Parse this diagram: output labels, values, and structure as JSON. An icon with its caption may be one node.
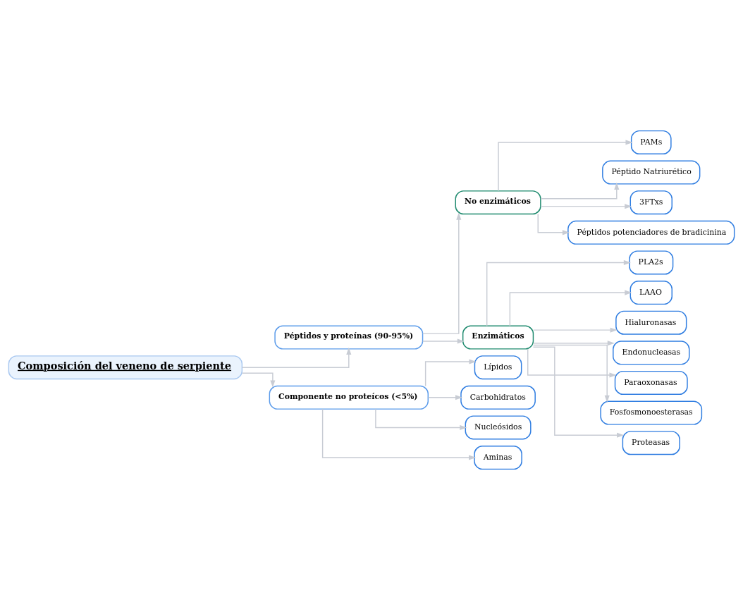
{
  "diagram": {
    "nodes": [
      {
        "text": [
          "Composición del veneno de serpiente"
        ]
      },
      {
        "text": [
          "Péptidos y proteínas (90-95%)"
        ]
      },
      {
        "text": [
          "Componente no proteícos (<5%)"
        ]
      },
      {
        "text": [
          "No enzimáticos"
        ]
      },
      {
        "text": [
          "Enzimáticos"
        ]
      },
      {
        "text": [
          "PAMs"
        ]
      },
      {
        "text": [
          "Péptido Natriurético"
        ]
      },
      {
        "text": [
          "3FTxs"
        ]
      },
      {
        "text": [
          "Péptidos potenciadores de bradicinina"
        ]
      },
      {
        "text": [
          "PLA2s"
        ]
      },
      {
        "text": [
          "LAAO"
        ]
      },
      {
        "text": [
          "Hialuronasas"
        ]
      },
      {
        "text": [
          "Endonucleasas"
        ]
      },
      {
        "text": [
          "Paraoxonasas"
        ]
      },
      {
        "text": [
          "Fosfosmonoesterasas"
        ]
      },
      {
        "text": [
          "Proteasas"
        ]
      },
      {
        "text": [
          "Lípidos"
        ]
      },
      {
        "text": [
          "Carbohidratos"
        ]
      },
      {
        "text": [
          "Nucleósidos"
        ]
      },
      {
        "text": [
          "Aminas"
        ]
      }
    ],
    "edges": [
      {
        "from": 0,
        "to": 1,
        "arrow": "to"
      },
      {
        "from": 0,
        "to": 2,
        "arrow": "to"
      },
      {
        "from": 1,
        "to": 3,
        "arrow": "to"
      },
      {
        "from": 1,
        "to": 4,
        "arrow": "to"
      },
      {
        "from": 3,
        "to": 5,
        "arrow": "to"
      },
      {
        "from": 3,
        "to": 6,
        "arrow": "to"
      },
      {
        "from": 3,
        "to": 7,
        "arrow": "to"
      },
      {
        "from": 3,
        "to": 8,
        "arrow": "to"
      },
      {
        "from": 4,
        "to": 9,
        "arrow": "to"
      },
      {
        "from": 4,
        "to": 10,
        "arrow": "to"
      },
      {
        "from": 4,
        "to": 11,
        "arrow": "to"
      },
      {
        "from": 4,
        "to": 12,
        "arrow": "to"
      },
      {
        "from": 4,
        "to": 13,
        "arrow": "to"
      },
      {
        "from": 4,
        "to": 14,
        "arrow": "to"
      },
      {
        "from": 4,
        "to": 15,
        "arrow": "to"
      },
      {
        "from": 2,
        "to": 16,
        "arrow": "to"
      },
      {
        "from": 2,
        "to": 17,
        "arrow": "to"
      },
      {
        "from": 2,
        "to": 18,
        "arrow": "to"
      },
      {
        "from": 2,
        "to": 19,
        "arrow": "to"
      }
    ]
  }
}
